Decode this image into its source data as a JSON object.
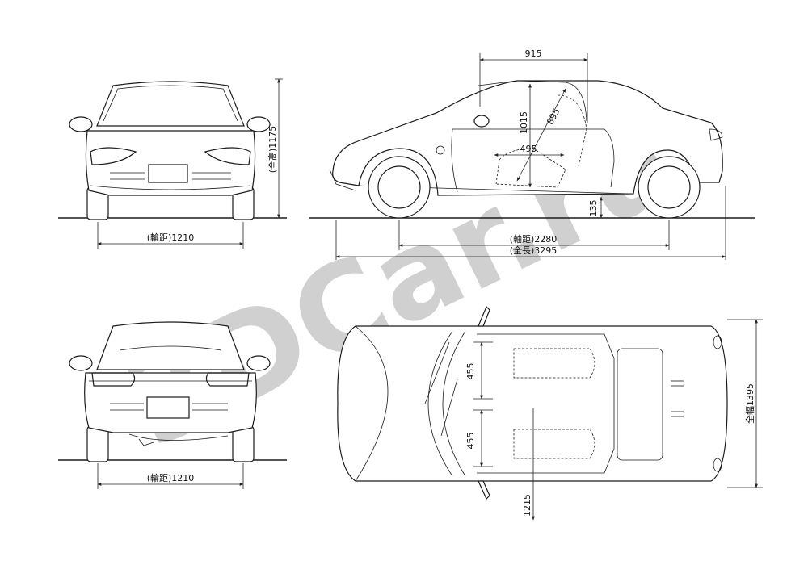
{
  "watermark": {
    "text": "3DCar.ru",
    "color": "#c8c8c8"
  },
  "front_view": {
    "track_label": "(輪距)1210",
    "height_label": "(全高)1175"
  },
  "side_view": {
    "roof_span_label": "915",
    "seat_height_label": "1015",
    "seat_diag_label": "895",
    "seat_depth_label": "495",
    "clearance_label": "135",
    "wheelbase_label": "(軸距)2280",
    "length_label": "(全長)3295"
  },
  "rear_view": {
    "track_label": "(輪距)1210"
  },
  "top_view": {
    "seat_width_upper_label": "455",
    "seat_width_lower_label": "455",
    "seat_offset_label": "1215",
    "width_label": "全幅1395"
  },
  "colors": {
    "line": "#1a1a1a",
    "dim": "#222222",
    "ground": "#1a1a1a"
  }
}
